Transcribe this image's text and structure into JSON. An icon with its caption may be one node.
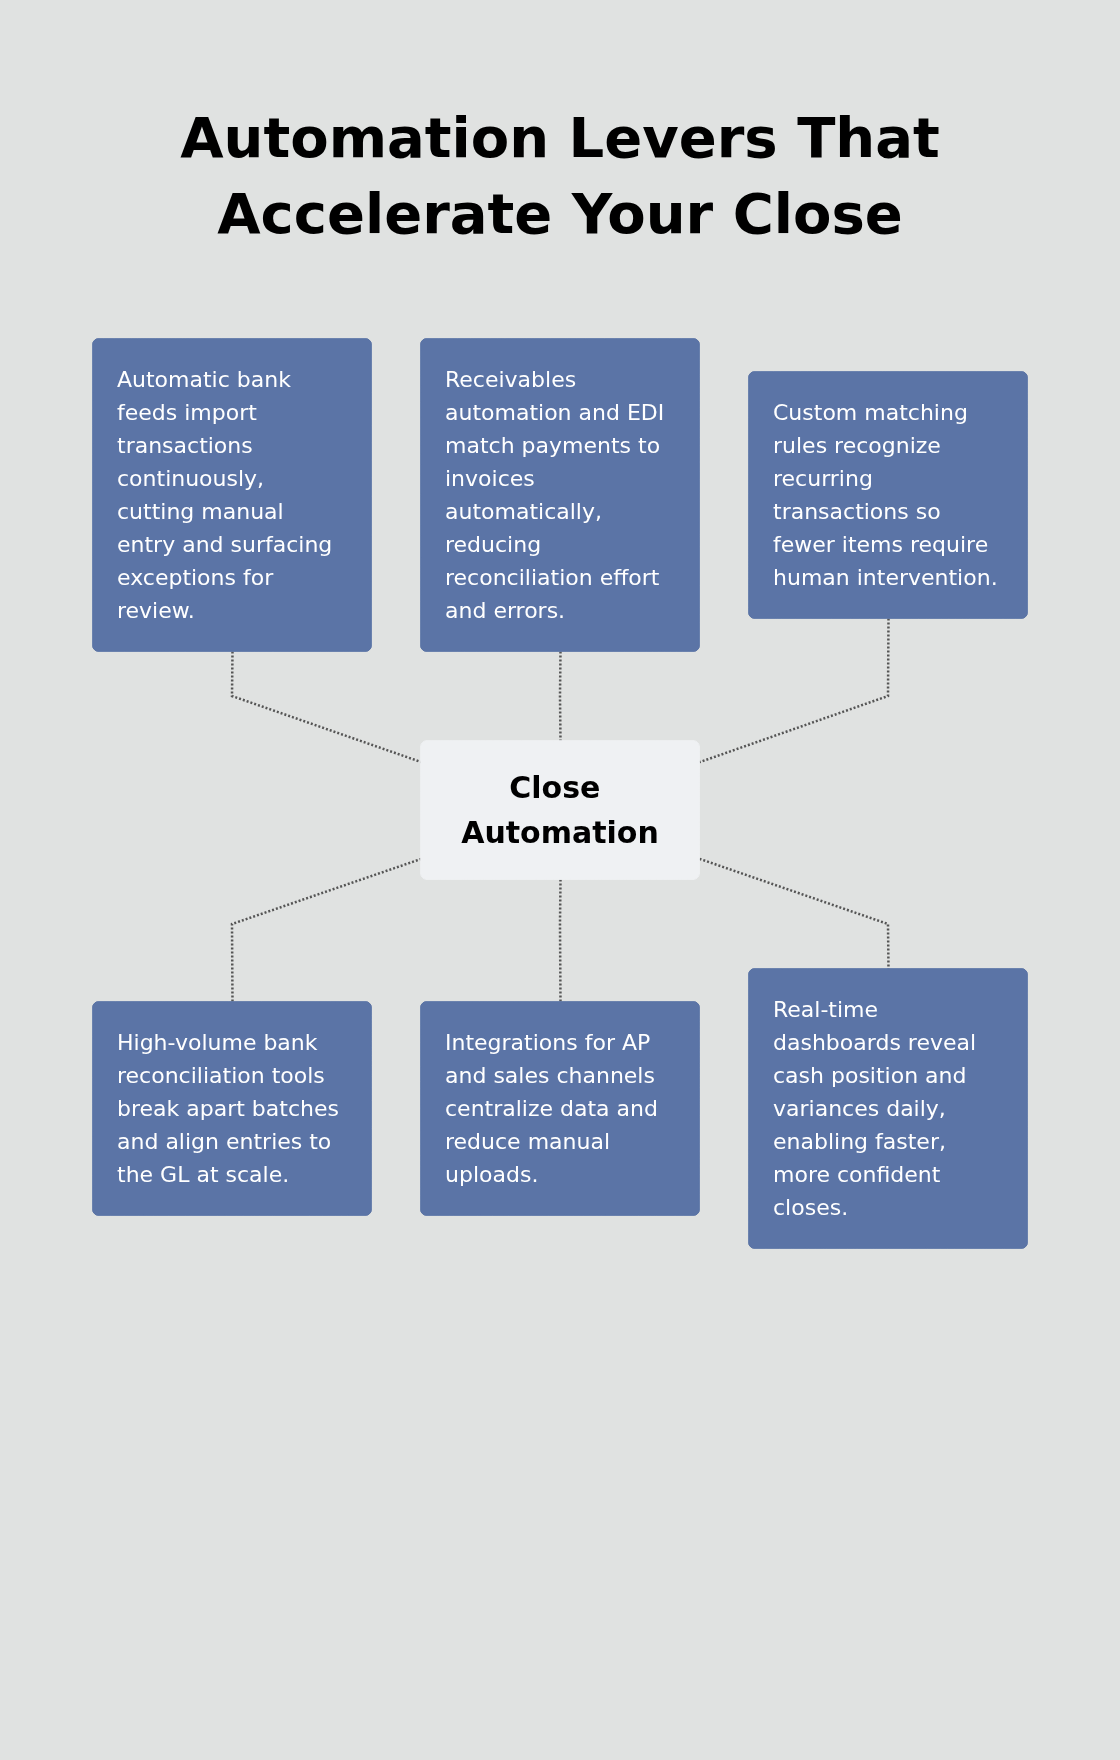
{
  "diagram": {
    "title": "Automation Levers That Accelerate Your Close",
    "nodes": [
      {
        "text": [
          "Automatic bank feeds import transactions continuously, cutting manual entry and surfacing exceptions for review."
        ]
      },
      {
        "text": [
          "Receivables automation and EDI match payments to invoices automatically, reducing reconciliation effort and errors."
        ]
      },
      {
        "text": [
          "Custom matching rules recognize recurring transactions so fewer items require human intervention."
        ]
      },
      {
        "text": [
          "Close Automation"
        ]
      },
      {
        "text": [
          "High-volume bank reconciliation tools break apart batches and align entries to the GL at scale."
        ]
      },
      {
        "text": [
          "Integrations for AP and sales channels centralize data and reduce manual uploads."
        ]
      },
      {
        "text": [
          "Real-time dashboards reveal cash position and variances daily, enabling faster, more confident closes."
        ]
      }
    ],
    "edges": [
      {
        "from": 0,
        "to": 3,
        "arrow": "none",
        "style": "dashed"
      },
      {
        "from": 1,
        "to": 3,
        "arrow": "none",
        "style": "dashed"
      },
      {
        "from": 2,
        "to": 3,
        "arrow": "none",
        "style": "dashed"
      },
      {
        "from": 3,
        "to": 4,
        "arrow": "none",
        "style": "dashed"
      },
      {
        "from": 3,
        "to": 5,
        "arrow": "none",
        "style": "dashed"
      },
      {
        "from": 3,
        "to": 6,
        "arrow": "none",
        "style": "dashed"
      }
    ]
  }
}
